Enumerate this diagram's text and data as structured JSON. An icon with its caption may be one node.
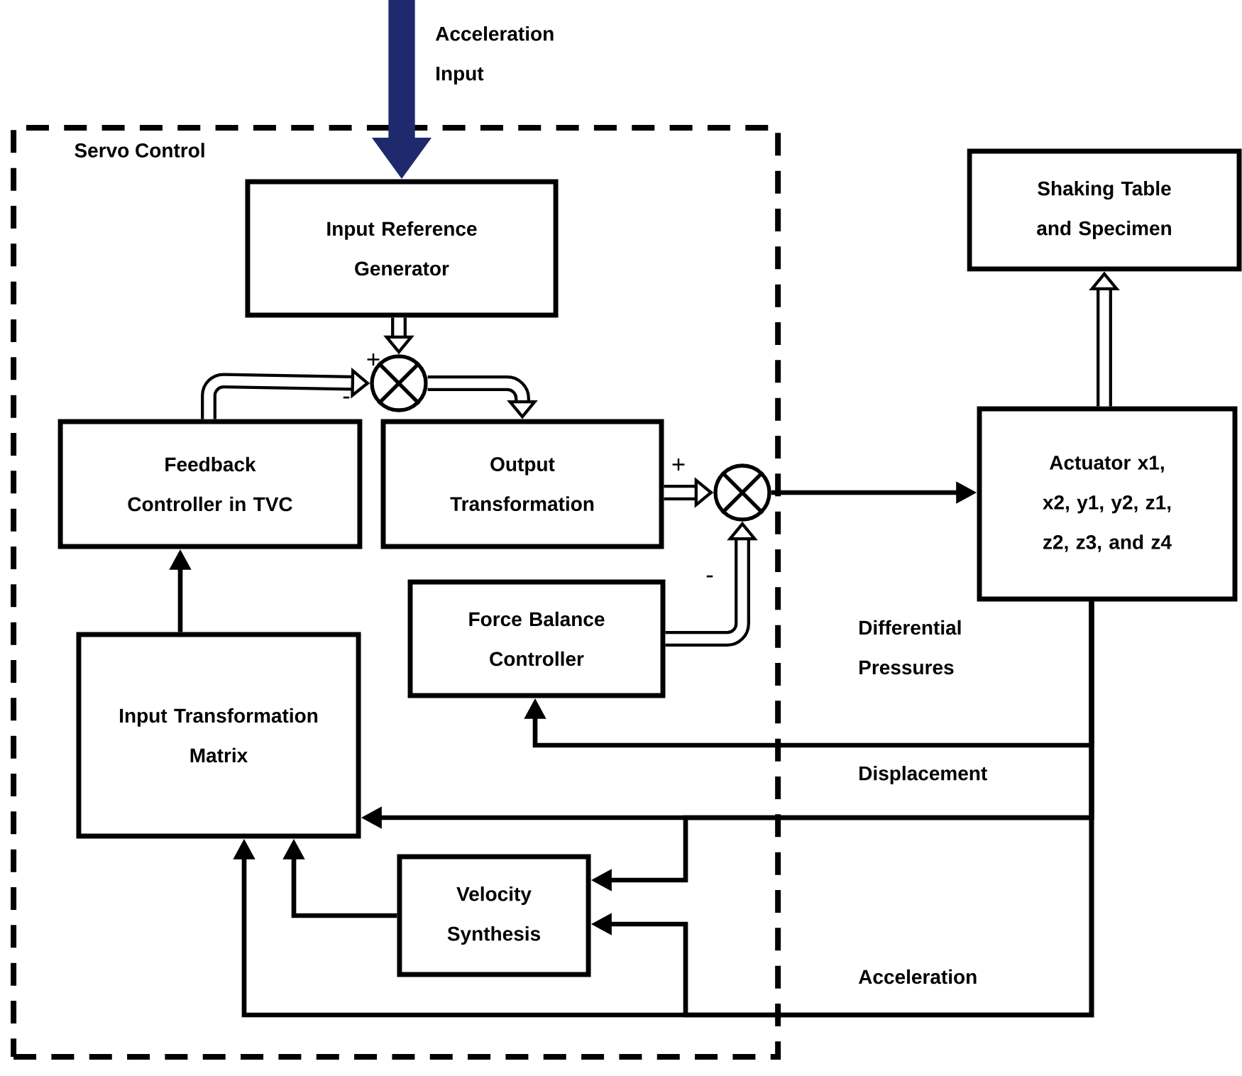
{
  "diagram": {
    "nodes": [
      {
        "text": [
          "Servo Control"
        ]
      },
      {
        "text": [
          "Input Reference Generator"
        ],
        "in": 0
      },
      {
        "text": [],
        "shape": "circle",
        "in": 0
      },
      {
        "text": [
          "Feedback Controller in TVC"
        ],
        "in": 0
      },
      {
        "text": [
          "Output Transformation"
        ],
        "in": 0
      },
      {
        "text": [],
        "shape": "circle",
        "in": 0
      },
      {
        "text": [
          "Force Balance Controller"
        ],
        "in": 0
      },
      {
        "text": [
          "Input Transformation Matrix"
        ],
        "in": 0
      },
      {
        "text": [
          "Velocity Synthesis"
        ],
        "in": 0
      },
      {
        "text": [
          "Actuator x1, x2, y1, y2, z1, z2, z3, and z4"
        ]
      },
      {
        "text": [
          "Shaking Table and Specimen"
        ]
      }
    ],
    "edges": [
      {
        "from": null,
        "to": 1,
        "arrow": "to",
        "label": "Acceleration Input",
        "style": "thick",
        "color": "#1f2a6e"
      },
      {
        "from": 1,
        "to": 2,
        "arrow": "to",
        "label": "+",
        "style": "thick"
      },
      {
        "from": 3,
        "to": 2,
        "arrow": "to",
        "label": "-",
        "style": "thick"
      },
      {
        "from": 2,
        "to": 4,
        "arrow": "to",
        "style": "thick"
      },
      {
        "from": 4,
        "to": 5,
        "arrow": "to",
        "label": "+",
        "style": "thick"
      },
      {
        "from": 6,
        "to": 5,
        "arrow": "to",
        "label": "-",
        "style": "thick"
      },
      {
        "from": 5,
        "to": 9,
        "arrow": "to"
      },
      {
        "from": 9,
        "to": 10,
        "arrow": "to",
        "style": "thick"
      },
      {
        "from": 9,
        "to": 6,
        "arrow": "to",
        "label": "Differential Pressures"
      },
      {
        "from": 9,
        "to": 7,
        "arrow": "to",
        "label": "Displacement"
      },
      {
        "from": 9,
        "to": 8,
        "arrow": "to"
      },
      {
        "from": 9,
        "to": 7,
        "arrow": "to",
        "label": "Acceleration"
      },
      {
        "from": 9,
        "to": 8,
        "arrow": "to"
      },
      {
        "from": 8,
        "to": 7,
        "arrow": "to"
      },
      {
        "from": 7,
        "to": 3,
        "arrow": "to"
      }
    ]
  }
}
